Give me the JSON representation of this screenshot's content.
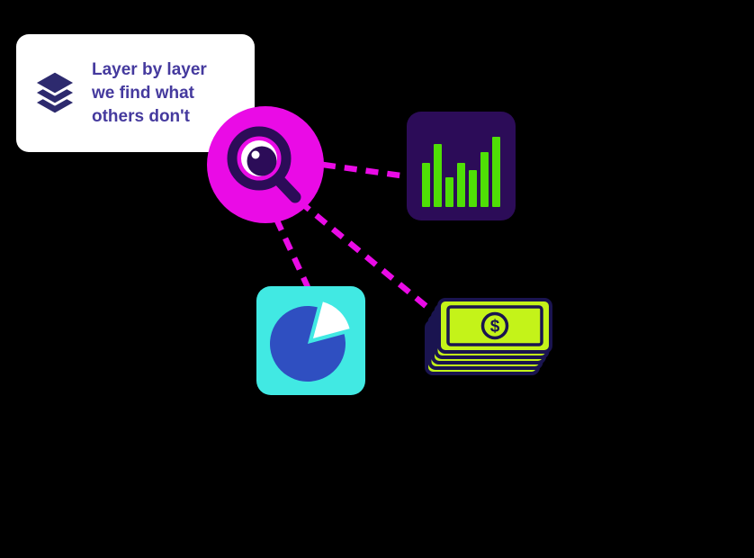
{
  "background_color": "#000000",
  "card": {
    "lines": [
      "Layer by layer",
      "we find what",
      "others don't"
    ],
    "text_color": "#453a9e",
    "background": "#ffffff",
    "icon": "layers-icon",
    "icon_color": "#2d2a6e"
  },
  "connectors": {
    "color": "#ea0be6",
    "style": "dashed",
    "count": 3,
    "targets": [
      "bar-chart",
      "pie-chart",
      "money"
    ]
  },
  "nodes": {
    "magnifier": {
      "icon": "eye-magnifier-icon",
      "background": "#ea0be6",
      "accent": "#2c0c58"
    },
    "bar_chart": {
      "icon": "bar-chart-icon",
      "background": "#2c0c58",
      "bar_color": "#4fdf06",
      "bars": [
        60,
        85,
        40,
        60,
        50,
        75,
        95
      ]
    },
    "pie_chart": {
      "icon": "pie-chart-icon",
      "background": "#41e9e3",
      "pie_color": "#2f4fc1",
      "slice_color": "#ffffff"
    },
    "money": {
      "icon": "money-stack-icon",
      "background": "#c4f319",
      "outline_color": "#1a1450",
      "symbol": "$"
    }
  }
}
